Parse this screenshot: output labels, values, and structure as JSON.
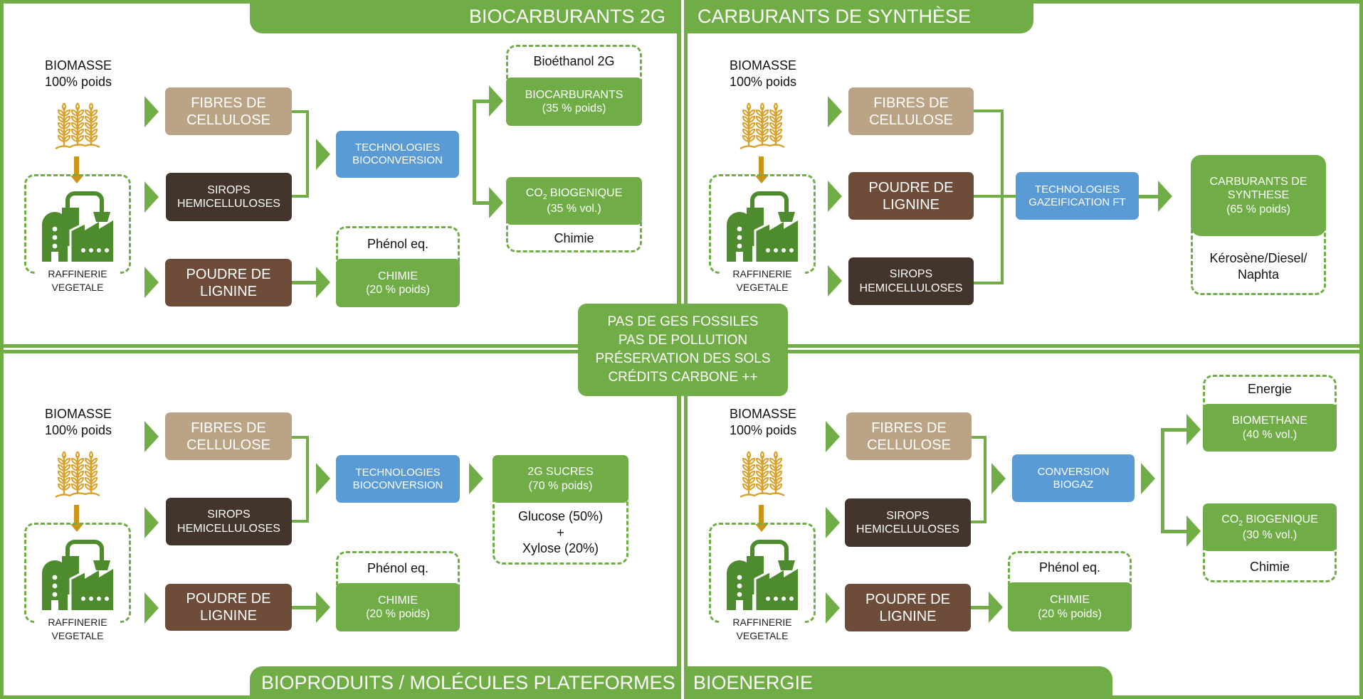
{
  "colors": {
    "green": "#70AD47",
    "tan": "#BBA386",
    "mid_brown": "#6D4C3A",
    "dark_brown": "#43342C",
    "blue": "#5B9BD5",
    "gold": "#D9A12B",
    "factory_green": "#4E8A2E"
  },
  "center": {
    "lines": [
      "PAS DE GES FOSSILES",
      "PAS DE POLLUTION",
      "PRÉSERVATION DES SOLS",
      "CRÉDITS CARBONE ++"
    ]
  },
  "common": {
    "biomasse": "BIOMASSE",
    "biomasse_pct": "100% poids",
    "raffinerie_1": "RAFFINERIE",
    "raffinerie_2": "VEGETALE",
    "fibres_1": "FIBRES DE",
    "fibres_2": "CELLULOSE",
    "sirops_1": "SIROPS",
    "sirops_2": "HEMICELLULOSES",
    "poudre_1": "POUDRE DE",
    "poudre_2": "LIGNINE",
    "phenol": "Phénol eq.",
    "chimie_1": "CHIMIE",
    "chimie_2": "(20 % poids)",
    "tech_bio_1": "TECHNOLOGIES",
    "tech_bio_2": "BIOCONVERSION",
    "chimie_label": "Chimie",
    "wheat_icon": "wheat-icon",
    "factory_icon": "refinery-icon"
  },
  "quadrants": {
    "biocarburants": {
      "title": "BIOCARBURANTS 2G",
      "bioethanol": "Bioéthanol 2G",
      "biocarb_1": "BIOCARBURANTS",
      "biocarb_2": "(35 % poids)",
      "co2_1": "CO",
      "co2_sub": "2",
      "co2_2": " BIOGENIQUE",
      "co2_3": "(35 % vol.)"
    },
    "synthese": {
      "title": "CARBURANTS DE SYNTHÈSE",
      "tech_1": "TECHNOLOGIES",
      "tech_2": "GAZEIFICATION FT",
      "out_1": "CARBURANTS DE",
      "out_2": "SYNTHESE",
      "out_3": "(65 % poids)",
      "out_label_1": "Kérosène/Diesel/",
      "out_label_2": "Naphta"
    },
    "bioproduits": {
      "title": "BIOPRODUITS / MOLÉCULES PLATEFORMES",
      "sucres_1": "2G SUCRES",
      "sucres_2": "(70 % poids)",
      "glucose": "Glucose (50%)",
      "plus": "+",
      "xylose": "Xylose (20%)"
    },
    "bioenergie": {
      "title": "BIOENERGIE",
      "conv_1": "CONVERSION",
      "conv_2": "BIOGAZ",
      "energie": "Energie",
      "biomethane_1": "BIOMETHANE",
      "biomethane_2": "(40 % vol.)",
      "co2_1": "CO",
      "co2_sub": "2",
      "co2_2": " BIOGENIQUE",
      "co2_3": "(30 % vol.)"
    }
  }
}
